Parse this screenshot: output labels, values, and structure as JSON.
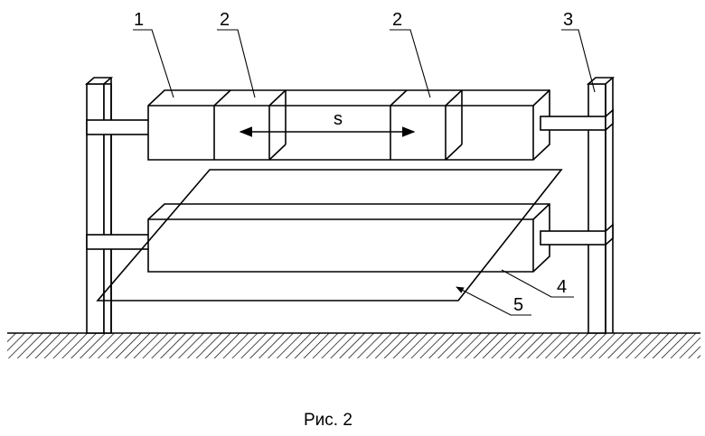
{
  "labels": {
    "l1": "1",
    "l2a": "2",
    "l2b": "2",
    "l3": "3",
    "l4": "4",
    "l5": "5",
    "spacing": "s"
  },
  "caption": "Рис. 2"
}
